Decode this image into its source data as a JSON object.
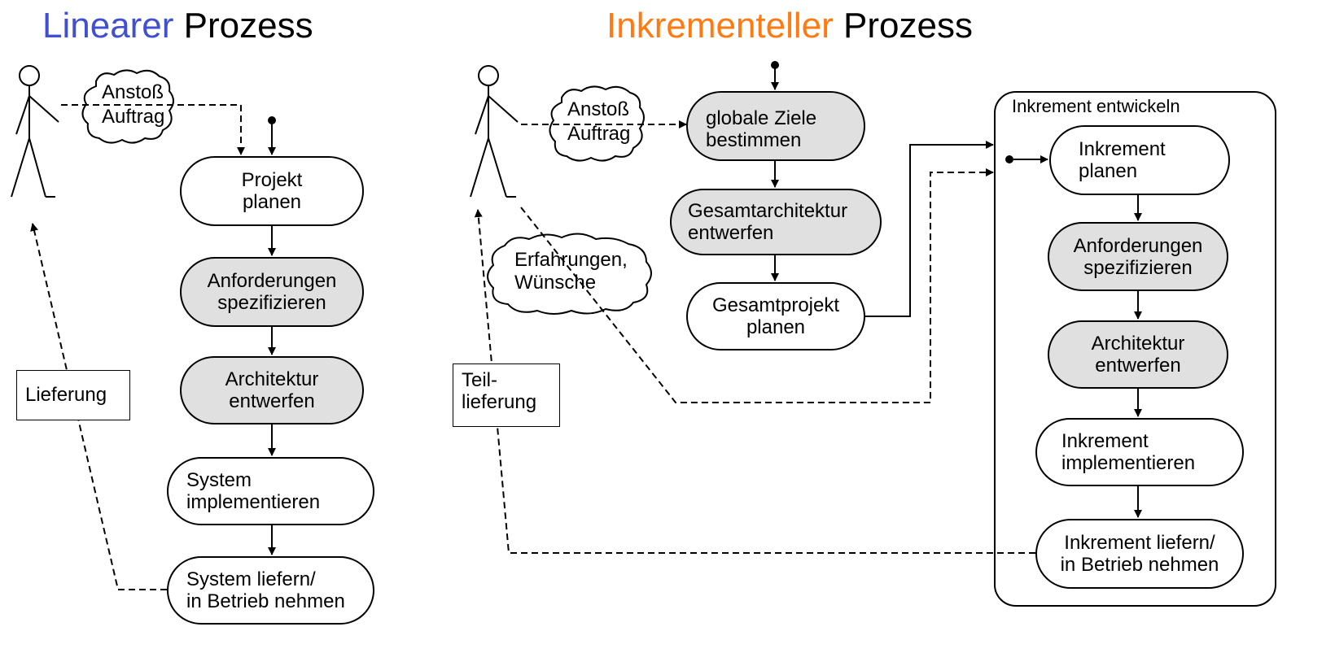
{
  "titles": {
    "linear_lead": "Linearer",
    "linear_rest": " Prozess",
    "incremental_lead": "Inkrementeller",
    "incremental_rest": " Prozess"
  },
  "colors": {
    "linear_accent": "#4050d0",
    "incremental_accent": "#ff7a10",
    "activity_fill_gray": "#e0e0e0"
  },
  "linear": {
    "note_initiative": "Anstoß\nAuftrag",
    "delivery_label": "Lieferung",
    "steps": [
      "Projekt\nplanen",
      "Anforderungen\nspezifizieren",
      "Architektur\nentwerfen",
      "System\nimplementieren",
      "System liefern/\nin Betrieb nehmen"
    ]
  },
  "incremental": {
    "note_initiative": "Anstoß\nAuftrag",
    "note_experience": "Erfahrungen,\nWünsche",
    "partial_delivery_label": "Teil-\nlieferung",
    "global_steps": [
      "globale Ziele\nbestimmen",
      "Gesamtarchitektur\nentwerfen",
      "Gesamtprojekt\nplanen"
    ],
    "increment_frame_label": "Inkrement entwickeln",
    "increment_steps": [
      "Inkrement\nplanen",
      "Anforderungen\nspezifizieren",
      "Architektur\nentwerfen",
      "Inkrement\nimplementieren",
      "Inkrement liefern/\nin Betrieb nehmen"
    ]
  }
}
